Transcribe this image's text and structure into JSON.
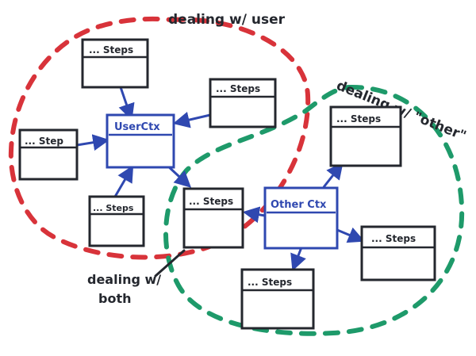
{
  "colors": {
    "ink": "#24272e",
    "blue": "#2f48b0",
    "red": "#d8333a",
    "green": "#1e9a6a",
    "background": "#ffffff"
  },
  "regions": {
    "user": {
      "label": "dealing w/ user"
    },
    "other": {
      "label": "dealing w/ \"other\""
    },
    "both": {
      "line1": "dealing w/",
      "line2": "both"
    }
  },
  "boxes": {
    "steps_top": {
      "label": "... Steps"
    },
    "steps_right_user": {
      "label": "... Steps"
    },
    "step_left": {
      "label": "... Step"
    },
    "steps_bottom_left": {
      "label": "... Steps"
    },
    "user_ctx": {
      "label": "UserCtx"
    },
    "steps_shared": {
      "label": "... Steps"
    },
    "steps_other_top": {
      "label": "... Steps"
    },
    "other_ctx": {
      "label": "Other Ctx"
    },
    "steps_other_right": {
      "label": "... Steps"
    },
    "steps_other_bottom": {
      "label": "... Steps"
    }
  }
}
